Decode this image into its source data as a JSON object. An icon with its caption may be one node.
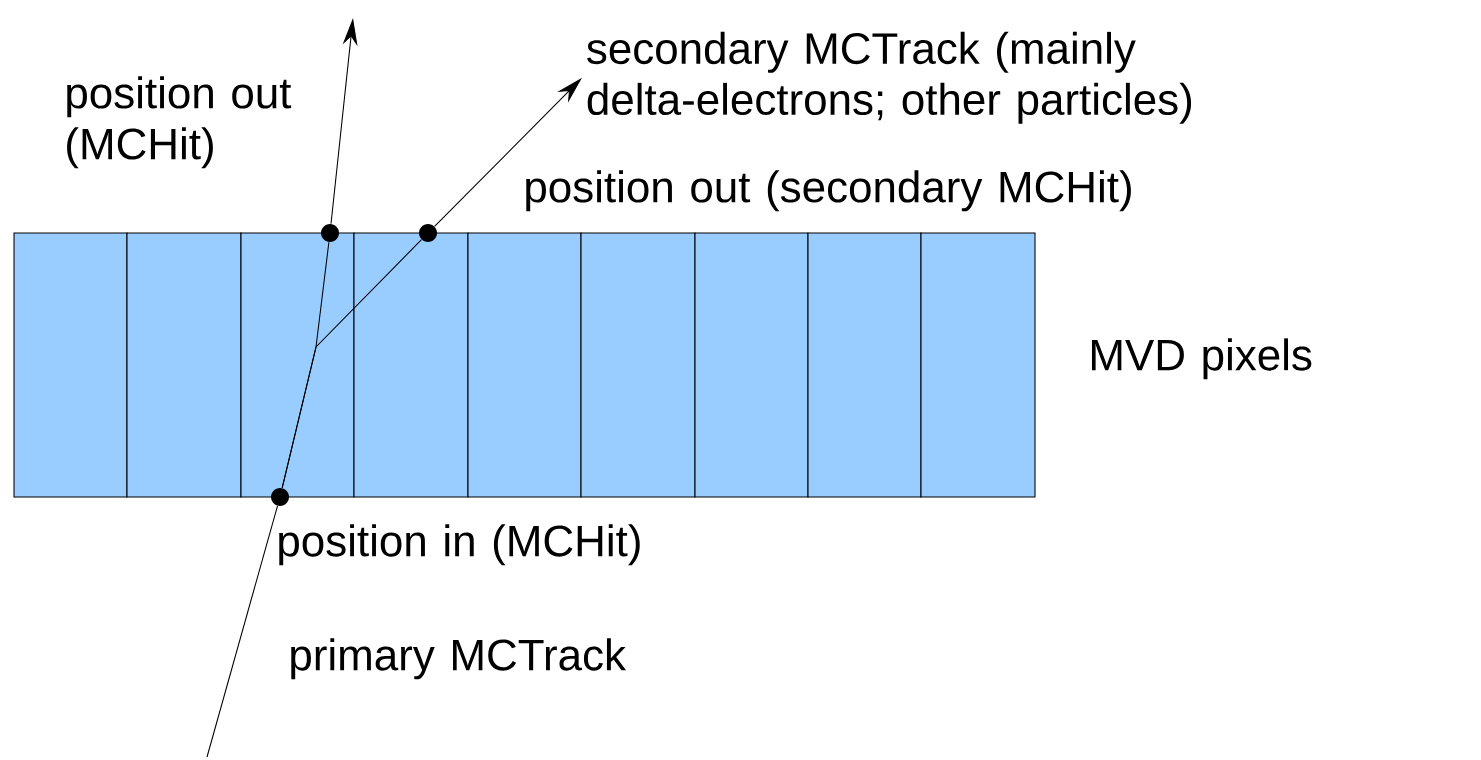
{
  "diagram": {
    "nodes": [
      {
        "text": [],
        "shape": "circle",
        "beside": [
          "position in (MCHit)"
        ]
      },
      {
        "text": [],
        "shape": "circle",
        "beside": [
          "position out (MCHit)"
        ]
      },
      {
        "text": [],
        "shape": "circle"
      },
      {
        "text": [
          "secondary MCTrack (mainly delta-electrons; other particles)"
        ]
      }
    ],
    "edges": [
      {
        "from": null,
        "to": 0,
        "arrow": "none"
      },
      {
        "from": 0,
        "to": 1,
        "arrow": "none"
      },
      {
        "from": 1,
        "to": null,
        "arrow": "to"
      },
      {
        "from": 0,
        "to": 2,
        "arrow": "none"
      },
      {
        "from": 2,
        "to": 3,
        "arrow": "to"
      }
    ],
    "labels": [
      "position out (secondary MCHit)",
      "MVD pixels",
      "primary MCTrack"
    ]
  }
}
